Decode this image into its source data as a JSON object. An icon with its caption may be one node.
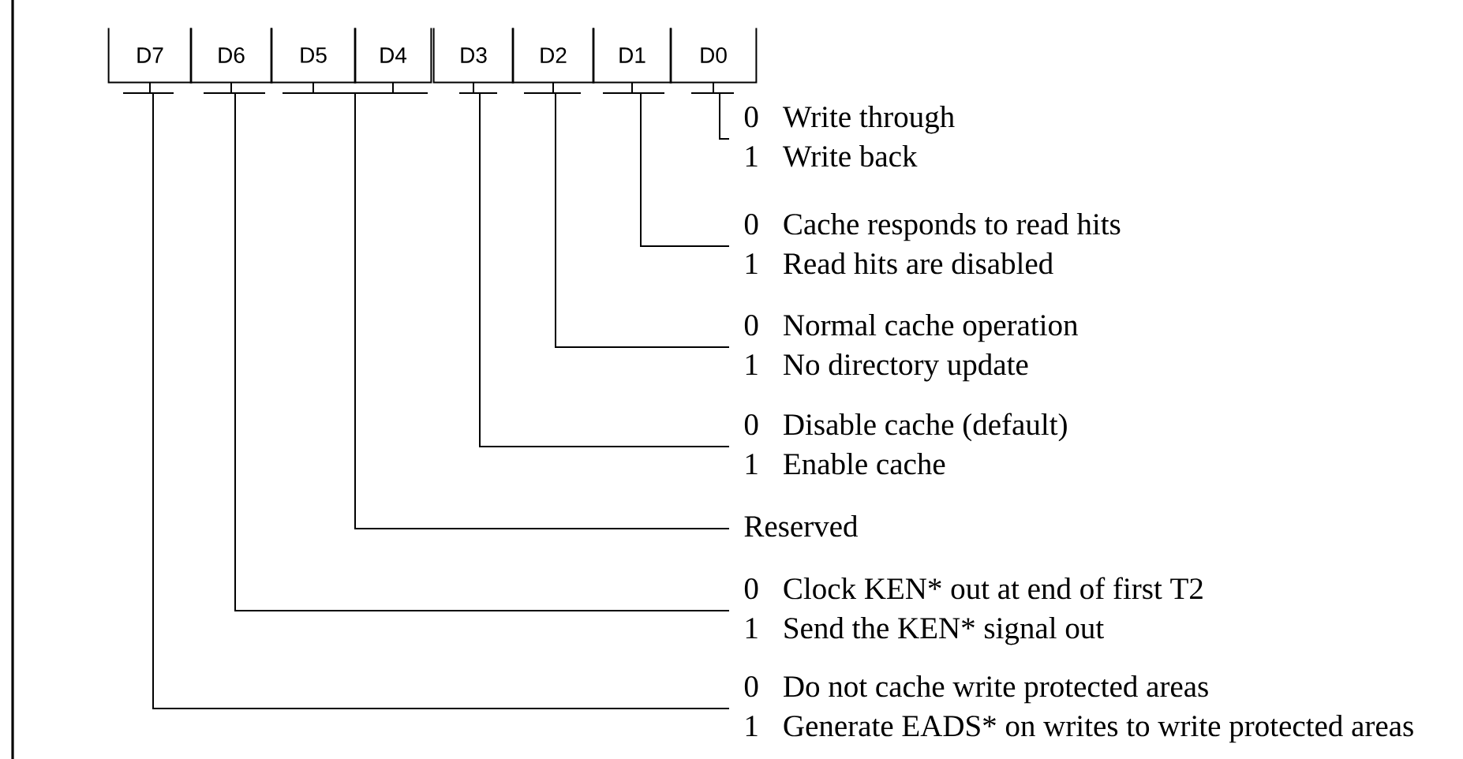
{
  "diagram": {
    "nodes": [
      {
        "text": [
          "D7"
        ]
      },
      {
        "text": [
          "D6"
        ]
      },
      {
        "text": [
          "D5"
        ]
      },
      {
        "text": [
          "D4"
        ]
      },
      {
        "text": [
          "D3"
        ]
      },
      {
        "text": [
          "D2"
        ]
      },
      {
        "text": [
          "D1"
        ]
      },
      {
        "text": [
          "D0"
        ]
      },
      {
        "text": [],
        "shape": "bar"
      },
      {
        "text": [
          "0",
          "Write through",
          "1",
          "Write back"
        ]
      },
      {
        "text": [
          "0",
          "Cache responds to read hits",
          "1",
          "Read hits are disabled"
        ]
      },
      {
        "text": [
          "0",
          "Normal cache operation",
          "1",
          "No directory update"
        ]
      },
      {
        "text": [
          "0",
          "Disable cache (default)",
          "1",
          "Enable cache"
        ]
      },
      {
        "text": [
          "Reserved"
        ]
      },
      {
        "text": [
          "0",
          "Clock KEN* out at end of first T2",
          "1",
          "Send the KEN* signal out"
        ]
      },
      {
        "text": [
          "0",
          "Do not cache write protected areas",
          "1",
          "Generate EADS* on writes to write protected areas"
        ]
      }
    ],
    "edges": [
      {
        "from": 7,
        "to": 9,
        "arrow": "none"
      },
      {
        "from": 6,
        "to": 10,
        "arrow": "none"
      },
      {
        "from": 5,
        "to": 11,
        "arrow": "none"
      },
      {
        "from": 4,
        "to": 12,
        "arrow": "none"
      },
      {
        "from": 3,
        "to": 8,
        "arrow": "none"
      },
      {
        "from": 2,
        "to": 8,
        "arrow": "none"
      },
      {
        "from": 8,
        "to": 13,
        "arrow": "none"
      },
      {
        "from": 1,
        "to": 14,
        "arrow": "none"
      },
      {
        "from": 0,
        "to": 15,
        "arrow": "none"
      }
    ]
  }
}
